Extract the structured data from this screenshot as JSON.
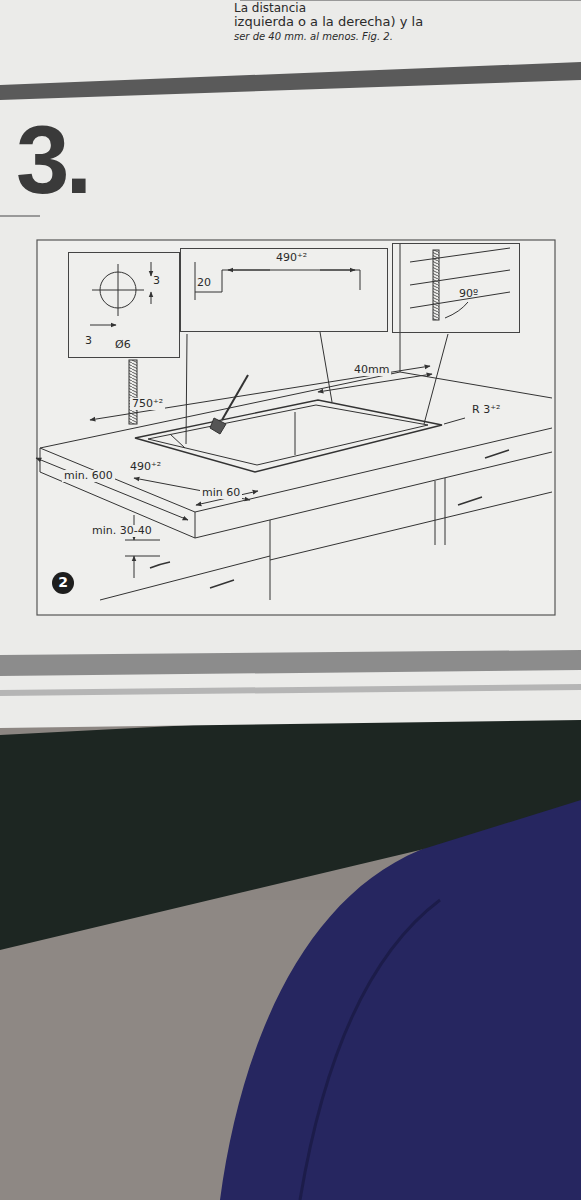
{
  "diagram": {
    "title": "3.",
    "nodes": [
      {
        "text": [
          "3",
          "3",
          "Ø6"
        ]
      },
      {
        "text": [
          "490⁺²",
          "20"
        ]
      },
      {
        "text": [
          "90º"
        ]
      },
      {
        "text": [
          "2"
        ]
      }
    ],
    "labels": [
      "La distancia",
      "izquierda o a la derecha) y la",
      "ser de 40 mm. al menos. Fig. 2.",
      "750⁺²",
      "40mm",
      "R 3⁺²",
      "min. 600",
      "490⁺²",
      "min 60",
      "min. 30-40"
    ]
  }
}
